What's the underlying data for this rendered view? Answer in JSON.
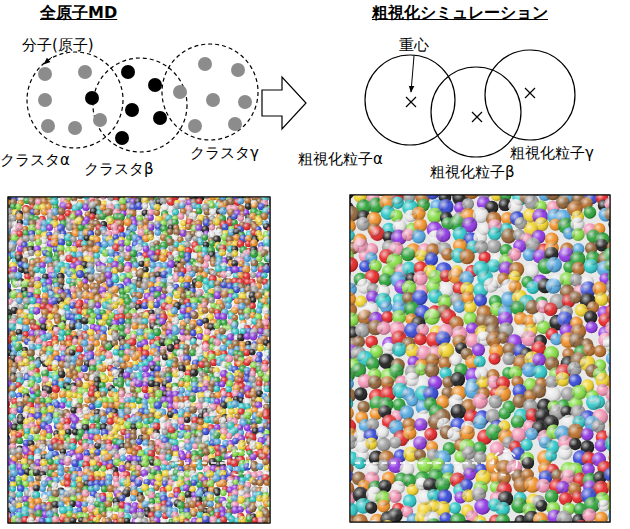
{
  "diagram": {
    "labels": [
      "全原子MD",
      "粗視化シミュレーション",
      "分子(原子)",
      "クラスタα",
      "クラスタβ",
      "クラスタγ",
      "重心",
      "粗視化粒子α",
      "粗視化粒子β",
      "粗視化粒子γ"
    ]
  }
}
